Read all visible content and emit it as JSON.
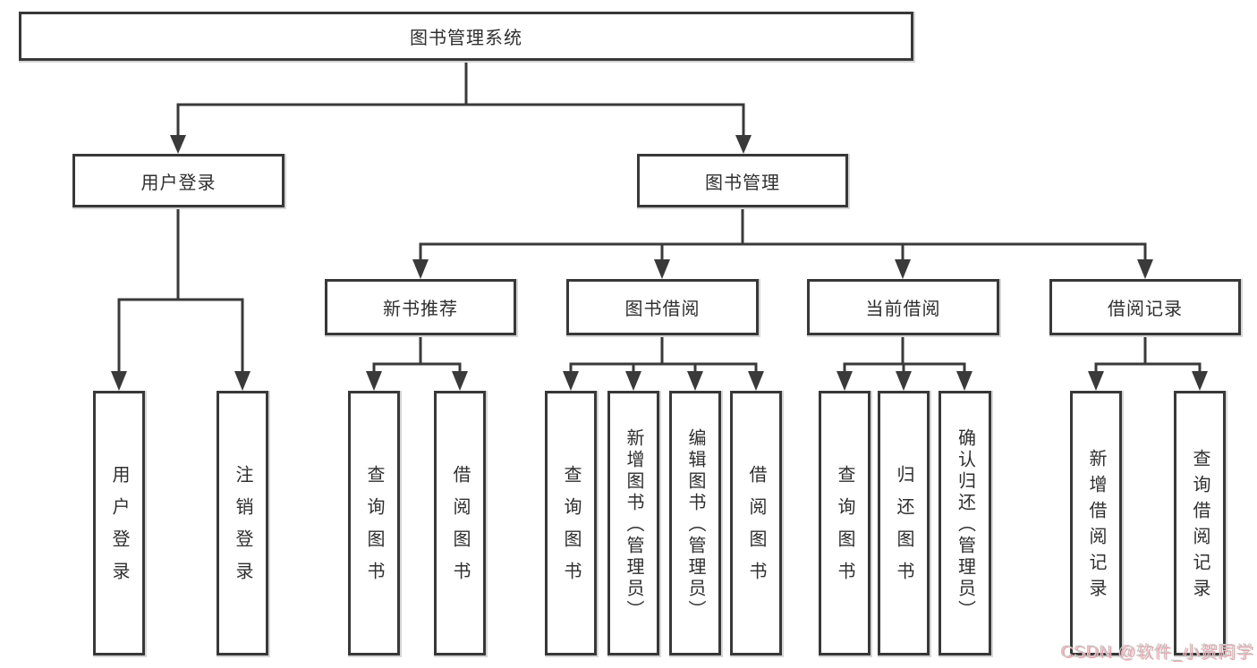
{
  "tree": {
    "root": {
      "label": "图书管理系统"
    },
    "children": [
      {
        "label": "用户登录",
        "children": [
          {
            "label": "用户登录"
          },
          {
            "label": "注销登录"
          }
        ]
      },
      {
        "label": "图书管理",
        "children": [
          {
            "label": "新书推荐",
            "children": [
              {
                "label": "查询图书"
              },
              {
                "label": "借阅图书"
              }
            ]
          },
          {
            "label": "图书借阅",
            "children": [
              {
                "label": "查询图书"
              },
              {
                "label": "新增图书（管理员）"
              },
              {
                "label": "编辑图书（管理员）"
              },
              {
                "label": "借阅图书"
              }
            ]
          },
          {
            "label": "当前借阅",
            "children": [
              {
                "label": "查询图书"
              },
              {
                "label": "归还图书"
              },
              {
                "label": "确认归还（管理员）"
              }
            ]
          },
          {
            "label": "借阅记录",
            "children": [
              {
                "label": "新增借阅记录"
              },
              {
                "label": "查询借阅记录"
              }
            ]
          }
        ]
      }
    ]
  },
  "watermark": {
    "text": "CSDN @软件_小贺同学"
  },
  "colors": {
    "line": "#3a3a3a",
    "text": "#2f2f2f",
    "background": "#ffffff",
    "watermark": "#c8c8c8",
    "watermark_shadow": "#f5a0a8"
  }
}
